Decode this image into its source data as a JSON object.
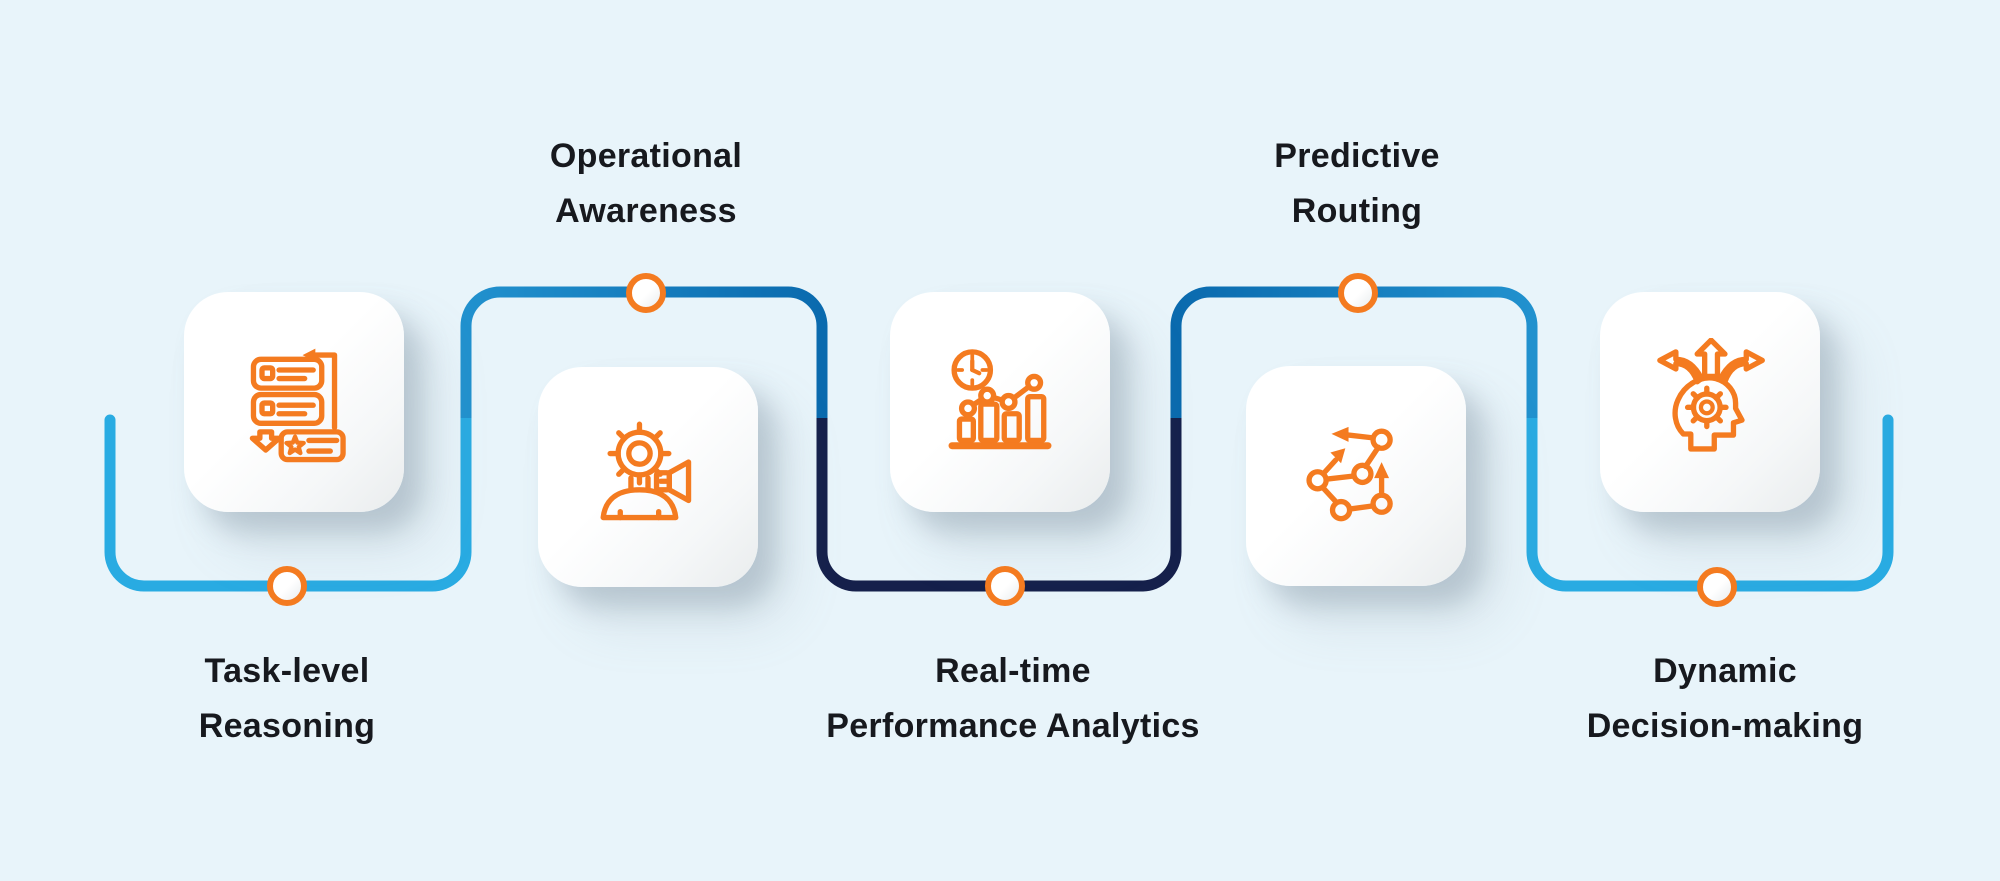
{
  "colors": {
    "background": "#E8F4FA",
    "card": "#FFFFFF",
    "orange": "#F47B20",
    "light_blue": "#29ABE2",
    "mid_blue_light": "#2191CE",
    "mid_blue_dark": "#0A6AAE",
    "navy": "#15204B",
    "text": "#17191E"
  },
  "steps": [
    {
      "id": 1,
      "label_lines": [
        "Task-level",
        "Reasoning"
      ],
      "label_position": "below",
      "icon": "task-list-icon"
    },
    {
      "id": 2,
      "label_lines": [
        "Operational",
        "Awareness"
      ],
      "label_position": "above",
      "icon": "gear-head-megaphone-icon"
    },
    {
      "id": 3,
      "label_lines": [
        "Real-time",
        "Performance Analytics"
      ],
      "label_position": "below",
      "icon": "realtime-analytics-icon"
    },
    {
      "id": 4,
      "label_lines": [
        "Predictive",
        "Routing"
      ],
      "label_position": "above",
      "icon": "network-routing-icon"
    },
    {
      "id": 5,
      "label_lines": [
        "Dynamic",
        "Decision-making"
      ],
      "label_position": "below",
      "icon": "decision-head-icon"
    }
  ],
  "connector": {
    "shape": "rounded snake line through 5 steps",
    "segment_colors": [
      "light_blue",
      "mid_blue gradient",
      "navy",
      "mid_blue gradient",
      "light_blue"
    ],
    "node_ring_color": "#F47B20"
  }
}
